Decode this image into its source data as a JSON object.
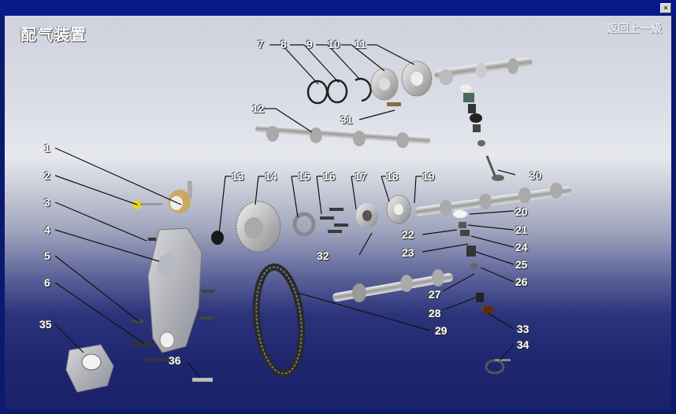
{
  "window": {
    "close_label": "×"
  },
  "page": {
    "title": "配气装置",
    "back_label": "返回上一級"
  },
  "callouts": [
    "1",
    "2",
    "3",
    "4",
    "5",
    "6",
    "7",
    "8",
    "9",
    "10",
    "11",
    "12",
    "13",
    "14",
    "15",
    "16",
    "17",
    "18",
    "19",
    "20",
    "21",
    "22",
    "23",
    "24",
    "25",
    "26",
    "27",
    "28",
    "29",
    "30",
    "31",
    "32",
    "33",
    "34",
    "35",
    "36"
  ],
  "icons": {
    "close": "close-icon"
  }
}
